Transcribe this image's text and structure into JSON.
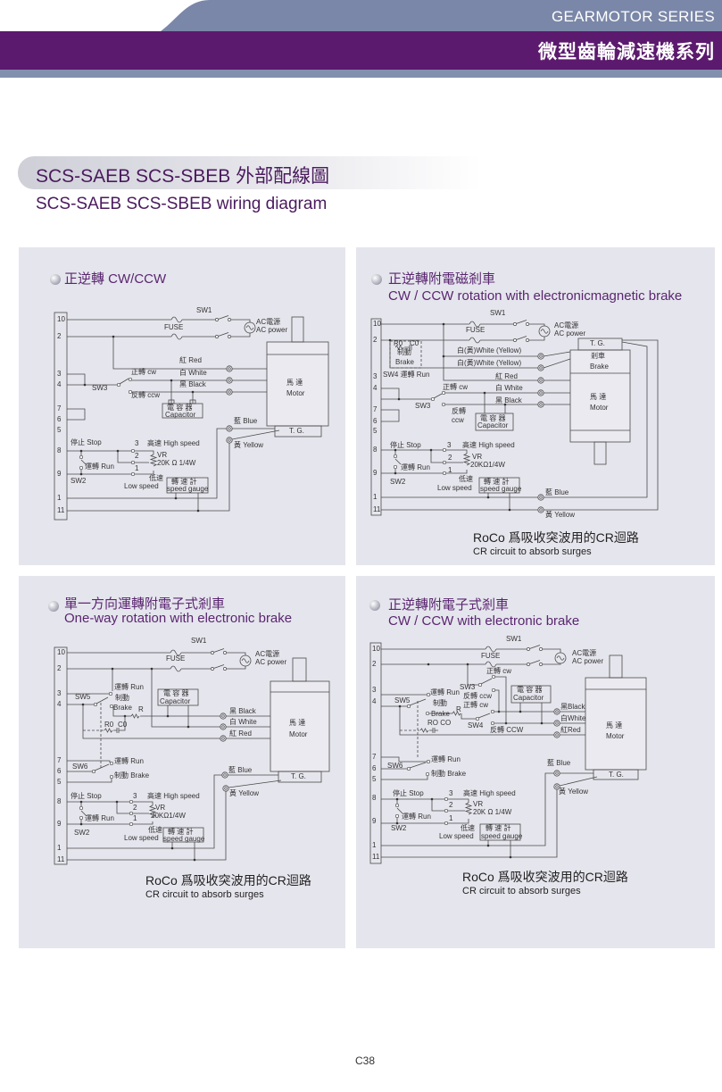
{
  "header": {
    "series_en": "GEARMOTOR SERIES",
    "series_zh": "微型齒輪減速機系列"
  },
  "colors": {
    "header_purple": "#5c1a6e",
    "header_slate": "#7a87a8",
    "title_purple": "#5a2670",
    "panel_bg": "#e5e5ed"
  },
  "section": {
    "title_zh": "SCS-SAEB SCS-SBEB 外部配線圖",
    "title_en": "SCS-SAEB SCS-SBEB wiring diagram"
  },
  "panels": [
    {
      "title_zh": "正逆轉  CW/CCW",
      "title_en": "",
      "terminals": [
        "10",
        "2",
        "3",
        "4",
        "7",
        "6",
        "5",
        "8",
        "9",
        "1",
        "11"
      ],
      "labels": [
        "SW1",
        "FUSE",
        "AC電源",
        "AC power",
        "紅  Red",
        "正轉  cw",
        "白  White",
        "黑  Black",
        "SW3",
        "反轉  ccw",
        "電 容 器",
        "Capacitor",
        "馬    達",
        "Motor",
        "T. G.",
        "藍  Blue",
        "黃  Yellow",
        "停止 Stop",
        "3",
        "高速  High speed",
        "2",
        "VR",
        "20K Ω 1/4W",
        "運轉  Run",
        "1",
        "SW2",
        "低速",
        "Low speed",
        "轉 速 計",
        "speed gauge"
      ]
    },
    {
      "title_zh": "正逆轉附電磁剎車",
      "title_en": "CW / CCW rotation with electronicmagnetic brake",
      "terminals": [
        "10",
        "2",
        "3",
        "4",
        "7",
        "6",
        "5",
        "8",
        "9",
        "1",
        "11"
      ],
      "labels": [
        "SW1",
        "FUSE",
        "AC電源",
        "AC power",
        "R0",
        "C0",
        "制動",
        "Brake",
        "SW4 運轉  Run",
        "白(黃)White (Yellow)",
        "白(黃)White (Yellow)",
        "紅  Red",
        "正轉  cw",
        "白  White",
        "黑  Black",
        "SW3",
        "反轉",
        "ccw",
        "電 容 器",
        "Capacitor",
        "T. G.",
        "剎車",
        "Brake",
        "馬    達",
        "Motor",
        "停止  Stop",
        "3",
        "高速  High speed",
        "2",
        "VR",
        "20KΩ1/4W",
        "運轉  Run",
        "1",
        "SW2",
        "低速",
        "Low speed",
        "轉 速 計",
        "speed gauge",
        "藍  Blue",
        "黃  Yellow"
      ],
      "note_zh": "RoCo 爲吸收突波用的CR迴路",
      "note_en": "CR circuit to absorb surges"
    },
    {
      "title_zh": "單一方向運轉附電子式剎車",
      "title_en": "One-way rotation with electronic brake",
      "terminals": [
        "10",
        "2",
        "3",
        "4",
        "7",
        "6",
        "5",
        "8",
        "9",
        "1",
        "11"
      ],
      "labels": [
        "SW1",
        "FUSE",
        "AC電源",
        "AC power",
        "運轉  Run",
        "SW5",
        "制動",
        "Brake",
        "R",
        "電 容 器",
        "Capacitor",
        "R0",
        "C0",
        "黑  Black",
        "白  White",
        "紅  Red",
        "馬    達",
        "Motor",
        "SW6",
        "運轉  Run",
        "制動  Brake",
        "藍  Blue",
        "T. G.",
        "黃  Yellow",
        "停止  Stop",
        "3",
        "高速  High speed",
        "2",
        "VR",
        "20KΩ1/4W",
        "運轉  Run",
        "1",
        "SW2",
        "低速",
        "Low speed",
        "轉 速 計",
        "speed gauge"
      ],
      "note_zh": "RoCo 爲吸收突波用的CR迴路",
      "note_en": "CR circuit to absorb surges"
    },
    {
      "title_zh": "正逆轉附電子式剎車",
      "title_en": "CW / CCW with electronic brake",
      "terminals": [
        "10",
        "2",
        "3",
        "4",
        "7",
        "6",
        "5",
        "8",
        "9",
        "1",
        "11"
      ],
      "labels": [
        "SW1",
        "FUSE",
        "AC電源",
        "AC power",
        "正轉  cw",
        "SW3",
        "運轉  Run",
        "反轉  ccw",
        "SW5",
        "制動",
        "正轉  cw",
        "Brake",
        "R",
        "RO CO",
        "SW4",
        "反轉   CCW",
        "電 容 器",
        "Capacitor",
        "黑Black",
        "白White",
        "紅Red",
        "馬    達",
        "Motor",
        "SW6",
        "運轉  Run",
        "制動  Brake",
        "藍  Blue",
        "T. G.",
        "黃  Yellow",
        "停止  Stop",
        "3",
        "高速  High speed",
        "2",
        "VR",
        "20K Ω 1/4W",
        "運轉  Run",
        "1",
        "SW2",
        "低速",
        "Low speed",
        "轉 速 計",
        "speed gauge"
      ],
      "note_zh": "RoCo 爲吸收突波用的CR迴路",
      "note_en": "CR circuit to absorb surges"
    }
  ],
  "footer": {
    "page": "C38"
  }
}
